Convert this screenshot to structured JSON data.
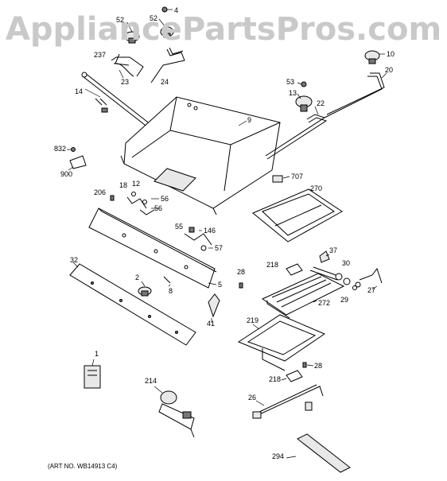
{
  "watermark": "AppliancePartsPros.com",
  "art_number": "(ART NO. WB14913 C4)",
  "callouts": [
    "52",
    "4",
    "52",
    "237",
    "23",
    "24",
    "14",
    "10",
    "20",
    "53",
    "13",
    "22",
    "9",
    "832",
    "900",
    "707",
    "270",
    "206",
    "18",
    "12",
    "56",
    "56",
    "55",
    "146",
    "57",
    "37",
    "32",
    "218",
    "30",
    "28",
    "2",
    "8",
    "5",
    "41",
    "27",
    "29",
    "272",
    "219",
    "1",
    "28",
    "214",
    "218",
    "26",
    "294"
  ]
}
